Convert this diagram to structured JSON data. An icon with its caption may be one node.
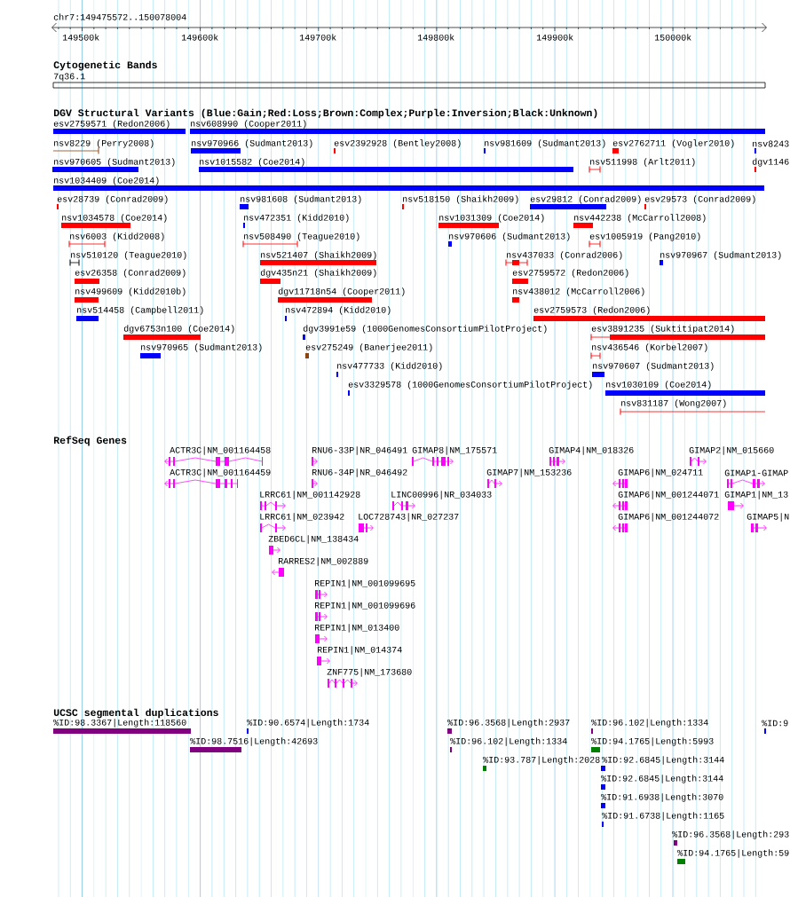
{
  "diagram": {
    "labels": [
      "chr7:149475572..150078004",
      "149500k",
      "149600k",
      "149700k",
      "149800k",
      "149900k",
      "150000k",
      "Cytogenetic Bands",
      "7q36.1",
      "DGV Structural Variants (Blue:Gain;Red:Loss;Brown:Complex;Purple:Inversion;Black:Unknown)",
      "esv2759571 (Redon2006)",
      "nsv608990 (Cooper2011)",
      "nsv8229 (Perry2008)",
      "nsv970966 (Sudmant2013)",
      "esv2392928 (Bentley2008)",
      "nsv981609 (Sudmant2013)",
      "esv2762711 (Vogler2010)",
      "nsv8243",
      "nsv970605 (Sudmant2013)",
      "nsv1015582 (Coe2014)",
      "nsv511998 (Arlt2011)",
      "dgv1146",
      "nsv1034409 (Coe2014)",
      "esv28739 (Conrad2009)",
      "nsv981608 (Sudmant2013)",
      "nsv518150 (Shaikh2009)",
      "esv29812 (Conrad2009)",
      "esv29573 (Conrad2009)",
      "nsv1034578 (Coe2014)",
      "nsv472351 (Kidd2010)",
      "nsv1031309 (Coe2014)",
      "nsv442238 (McCarroll2008)",
      "nsv6003 (Kidd2008)",
      "nsv508490 (Teague2010)",
      "nsv970606 (Sudmant2013)",
      "esv1005919 (Pang2010)",
      "nsv510120 (Teague2010)",
      "nsv521407 (Shaikh2009)",
      "nsv437033 (Conrad2006)",
      "nsv970967 (Sudmant2013)",
      "esv26358 (Conrad2009)",
      "dgv435n21 (Shaikh2009)",
      "esv2759572 (Redon2006)",
      "nsv499609 (Kidd2010b)",
      "dgv11718n54 (Cooper2011)",
      "nsv438012 (McCarroll2006)",
      "nsv514458 (Campbell2011)",
      "nsv472894 (Kidd2010)",
      "esv2759573 (Redon2006)",
      "dgv6753n100 (Coe2014)",
      "dgv3991e59 (1000GenomesConsortiumPilotProject)",
      "esv3891235 (Suktitipat2014)",
      "nsv970965 (Sudmant2013)",
      "esv275249 (Banerjee2011)",
      "nsv436546 (Korbel2007)",
      "nsv477733 (Kidd2010)",
      "nsv970607 (Sudmant2013)",
      "esv3329578 (1000GenomesConsortiumPilotProject)",
      "nsv1030109 (Coe2014)",
      "nsv831187 (Wong2007)",
      "RefSeq Genes",
      "ACTR3C|NM_001164458",
      "RNU6-33P|NR_046491",
      "GIMAP8|NM_175571",
      "GIMAP4|NM_018326",
      "GIMAP2|NM_015660",
      "ACTR3C|NM_001164459",
      "RNU6-34P|NR_046492",
      "GIMAP7|NM_153236",
      "GIMAP6|NM_024711",
      "GIMAP1-GIMAP",
      "LRRC61|NM_001142928",
      "LINC00996|NR_034033",
      "GIMAP6|NM_001244071",
      "GIMAP1|NM_13",
      "LRRC61|NM_023942",
      "LOC728743|NR_027237",
      "GIMAP6|NM_001244072",
      "GIMAP5|N",
      "ZBED6CL|NM_138434",
      "RARRES2|NM_002889",
      "REPIN1|NM_001099695",
      "REPIN1|NM_001099696",
      "REPIN1|NM_013400",
      "REPIN1|NM_014374",
      "ZNF775|NM_173680",
      "UCSC segmental duplications",
      "%ID:98.3367|Length:118560",
      "%ID:90.6574|Length:1734",
      "%ID:96.3568|Length:2937",
      "%ID:96.102|Length:1334",
      "%ID:9",
      "%ID:98.7516|Length:42693",
      "%ID:96.102|Length:1334",
      "%ID:94.1765|Length:5993",
      "%ID:93.787|Length:2028",
      "%ID:92.6845|Length:3144",
      "%ID:92.6845|Length:3144",
      "%ID:91.6938|Length:3070",
      "%ID:91.6738|Length:1165",
      "%ID:96.3568|Length:293",
      "%ID:94.1765|Length:59"
    ]
  }
}
